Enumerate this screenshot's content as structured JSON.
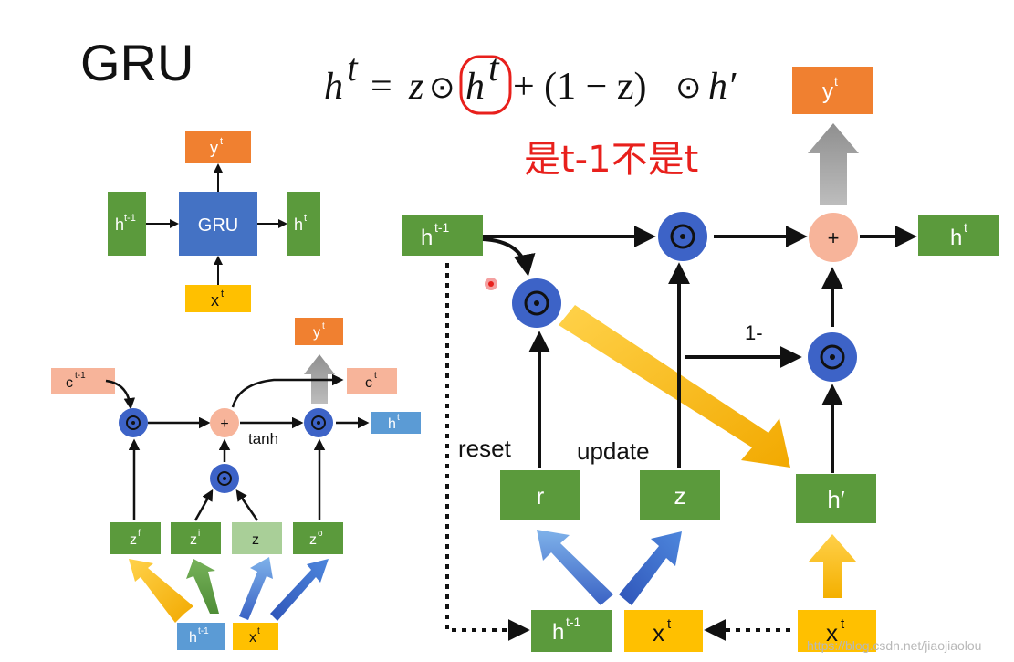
{
  "title": "GRU",
  "equation": {
    "lhs": "h",
    "lhs_sup": "t",
    "eq": "=",
    "z1": "z",
    "odot1": "⊙",
    "h_circ": "h",
    "h_circ_sup": "t",
    "rest": "+ (1 − z)",
    "odot2": "⊙",
    "hprime": "h′"
  },
  "note": "是t-1不是t",
  "small_gru": {
    "input_h": "h",
    "input_h_sup": "t-1",
    "core": "GRU",
    "output_h": "h",
    "output_h_sup": "t",
    "output_y": "y",
    "output_y_sup": "t",
    "input_x": "x",
    "input_x_sup": "t"
  },
  "lstm": {
    "c_prev": "c",
    "c_prev_sup": "t-1",
    "c_next": "c",
    "c_next_sup": "t",
    "y": "y",
    "y_sup": "t",
    "h": "h",
    "h_sup": "t",
    "tanh": "tanh",
    "plus": "+",
    "gates": [
      {
        "base": "z",
        "sup": "f"
      },
      {
        "base": "z",
        "sup": "i"
      },
      {
        "base": "z",
        "sup": ""
      },
      {
        "base": "z",
        "sup": "o"
      }
    ],
    "in_h": "h",
    "in_h_sup": "t-1",
    "in_x": "x",
    "in_x_sup": "t"
  },
  "main": {
    "h_prev": "h",
    "h_prev_sup": "t-1",
    "y": "y",
    "y_sup": "t",
    "h_out": "h",
    "h_out_sup": "t",
    "plus": "+",
    "one_minus": "1-",
    "reset": "reset",
    "update": "update",
    "r": "r",
    "z": "z",
    "h_prime": "h′",
    "bottom_h": "h",
    "bottom_h_sup": "t-1",
    "bottom_x": "x",
    "bottom_x_sup": "t",
    "right_x": "x",
    "right_x_sup": "t"
  },
  "watermark": "https://blog.csdn.net/jiaojiaolou",
  "colors": {
    "green": "#5b9a3c",
    "green_light": "#a9cf98",
    "orange": "#f08030",
    "yellow": "#ffc000",
    "blue_node": "#3d63c7",
    "salmon": "#f7b49a",
    "lightblue": "#5b9bd5",
    "red": "#e8201c",
    "gray_arrow": "#a6a6a6"
  },
  "odot_symbol": "⊙"
}
